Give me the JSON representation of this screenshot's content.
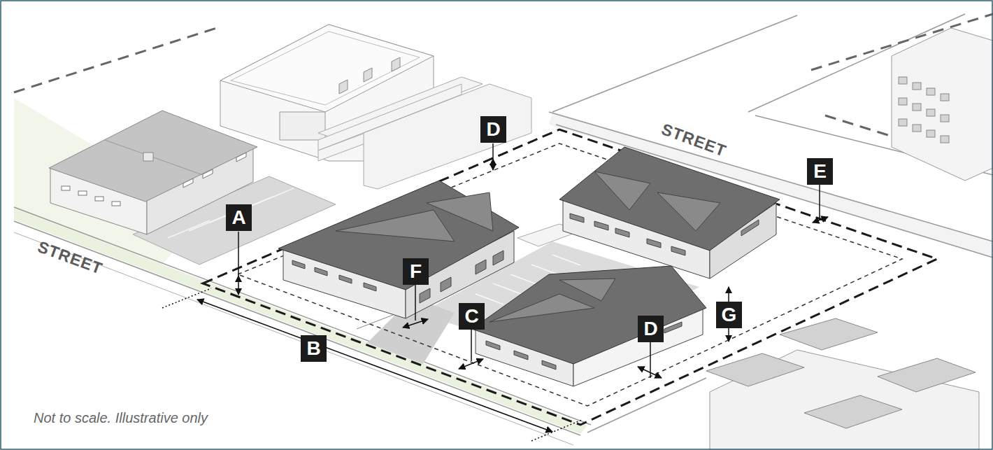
{
  "diagram": {
    "nodes": [
      {
        "text": [
          "D"
        ]
      },
      {
        "text": [
          "E"
        ]
      },
      {
        "text": [
          "A"
        ]
      },
      {
        "text": [
          "F"
        ]
      },
      {
        "text": [
          "C"
        ]
      },
      {
        "text": [
          "G"
        ]
      },
      {
        "text": [
          "D"
        ]
      },
      {
        "text": [
          "B"
        ]
      }
    ],
    "labels": [
      "STREET",
      "STREET",
      "Not to scale. Illustrative only"
    ]
  }
}
